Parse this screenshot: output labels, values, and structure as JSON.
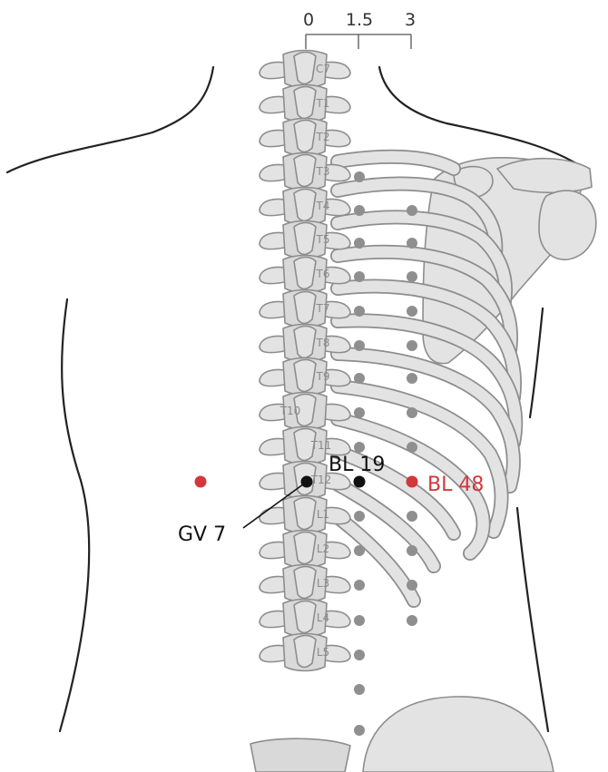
{
  "scale": {
    "ticks": [
      "0",
      "1.5",
      "3"
    ]
  },
  "vertebrae": [
    "C7",
    "T1",
    "T2",
    "T3",
    "T4",
    "T5",
    "T6",
    "T7",
    "T8",
    "T9",
    "T10",
    "T11",
    "T12",
    "L1",
    "L2",
    "L3",
    "L4",
    "L5"
  ],
  "points": {
    "gv7": {
      "label": "GV 7",
      "color": "#111111"
    },
    "bl19": {
      "label": "BL 19",
      "color": "#111111"
    },
    "bl48": {
      "label": "BL 48",
      "color": "#d2373c"
    },
    "bl48_contralateral": {
      "color": "#d2373c"
    }
  },
  "colors": {
    "bone_fill": "#e3e3e3",
    "bone_stroke": "#8d8d8d",
    "marker_gray": "#8f8f8f",
    "highlight_red": "#d2373c"
  }
}
